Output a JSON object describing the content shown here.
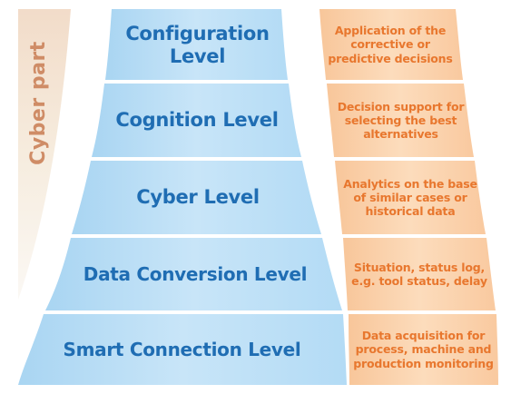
{
  "side_label": "Cyber part",
  "levels": [
    {
      "name": "Configuration\nLevel",
      "description": "Application of the\ncorrective or\npredictive decisions"
    },
    {
      "name": "Cognition Level",
      "description": "Decision support for\nselecting the best\nalternatives"
    },
    {
      "name": "Cyber Level",
      "description": "Analytics on the base\nof similar cases or\nhistorical data"
    },
    {
      "name": "Data Conversion Level",
      "description": "Situation, status log,\ne.g. tool status, delay"
    },
    {
      "name": "Smart Connection Level",
      "description": "Data acquisition for\nprocess, machine and\nproduction monitoring"
    }
  ],
  "colors": {
    "level_text": "#1f6db3",
    "description_text": "#e8772e",
    "side_label_text": "#cf8c66"
  }
}
